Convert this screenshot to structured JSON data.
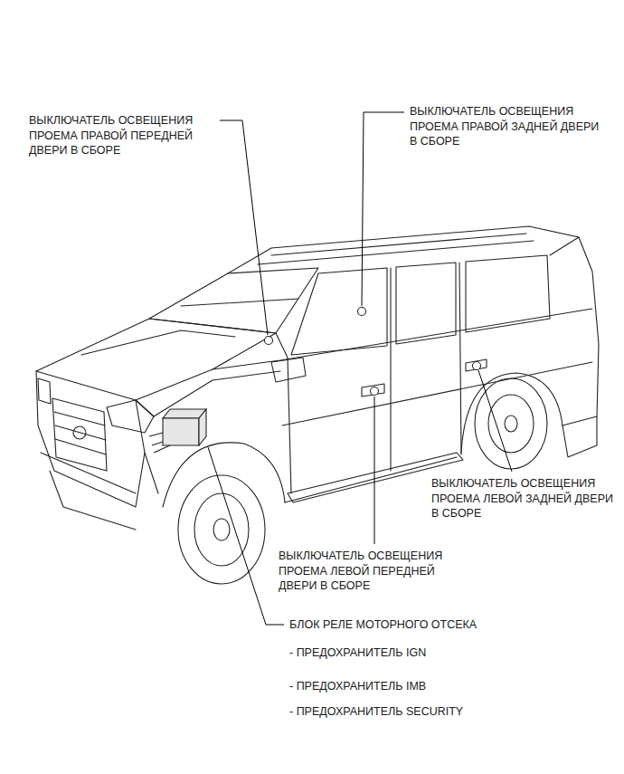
{
  "diagram": {
    "labels": [
      "ВЫКЛЮЧАТЕЛЬ ОСВЕЩЕНИЯ ПРОЕМА ПРАВОЙ ПЕРЕДНЕЙ ДВЕРИ В СБОРЕ",
      "ВЫКЛЮЧАТЕЛЬ ОСВЕЩЕНИЯ ПРОЕМА ПРАВОЙ ЗАДНЕЙ ДВЕРИ В СБОРЕ",
      "ВЫКЛЮЧАТЕЛЬ ОСВЕЩЕНИЯ ПРОЕМА ЛЕВОЙ ЗАДНЕЙ ДВЕРИ В СБОРЕ",
      "ВЫКЛЮЧАТЕЛЬ ОСВЕЩЕНИЯ ПРОЕМА ЛЕВОЙ ПЕРЕДНЕЙ ДВЕРИ В СБОРЕ",
      "БЛОК РЕЛЕ МОТОРНОГО ОТСЕКА",
      "- ПРЕДОХРАНИТЕЛЬ IGN",
      "- ПРЕДОХРАНИТЕЛЬ IMB",
      "- ПРЕДОХРАНИТЕЛЬ SECURITY"
    ]
  }
}
